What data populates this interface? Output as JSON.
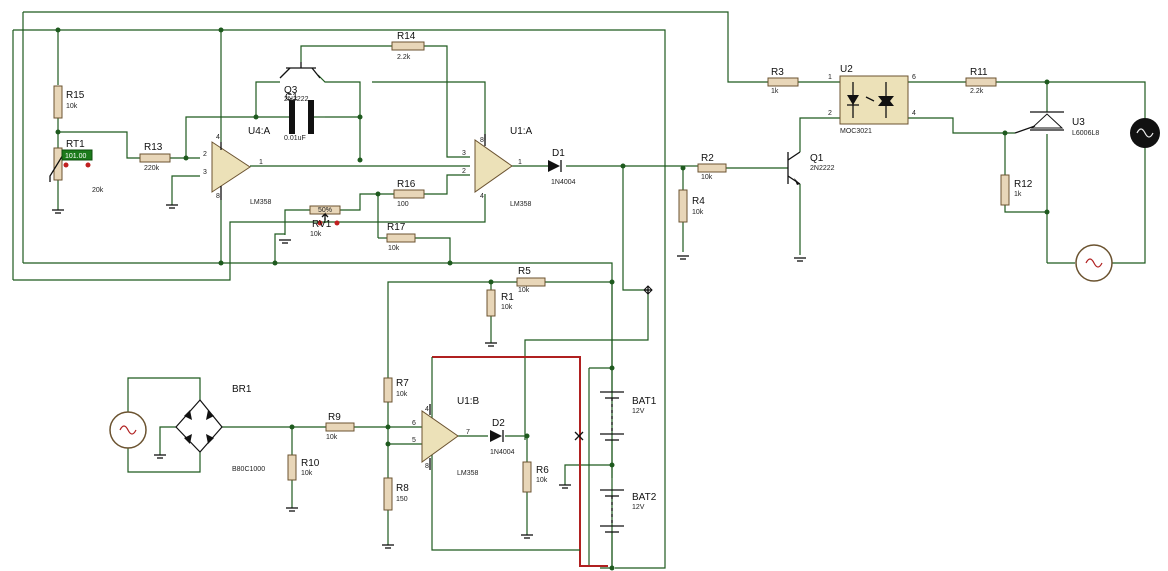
{
  "components": [
    {
      "id": "r15",
      "ref": "R15",
      "value": "10k"
    },
    {
      "id": "rt1",
      "ref": "RT1",
      "value": "20k",
      "display": "101.00"
    },
    {
      "id": "r13",
      "ref": "R13",
      "value": "220k"
    },
    {
      "id": "u4a",
      "ref": "U4:A",
      "value": "LM358"
    },
    {
      "id": "q3",
      "ref": "Q3",
      "value": "2N2222"
    },
    {
      "id": "c1",
      "ref": "C1",
      "value": "0.01uF"
    },
    {
      "id": "r14",
      "ref": "R14",
      "value": "2.2k"
    },
    {
      "id": "u1a",
      "ref": "U1:A",
      "value": "LM358"
    },
    {
      "id": "d1",
      "ref": "D1",
      "value": "1N4004"
    },
    {
      "id": "r16",
      "ref": "R16",
      "value": "100"
    },
    {
      "id": "rv1",
      "ref": "RV1",
      "value": "10k",
      "display": "50%"
    },
    {
      "id": "r17",
      "ref": "R17",
      "value": "10k"
    },
    {
      "id": "r2",
      "ref": "R2",
      "value": "10k"
    },
    {
      "id": "r4",
      "ref": "R4",
      "value": "10k"
    },
    {
      "id": "q1",
      "ref": "Q1",
      "value": "2N2222"
    },
    {
      "id": "r3",
      "ref": "R3",
      "value": "1k"
    },
    {
      "id": "u2",
      "ref": "U2",
      "value": "MOC3021"
    },
    {
      "id": "r11",
      "ref": "R11",
      "value": "2.2k"
    },
    {
      "id": "u3",
      "ref": "U3",
      "value": "L6006L8"
    },
    {
      "id": "r12",
      "ref": "R12",
      "value": "1k"
    },
    {
      "id": "r5",
      "ref": "R5",
      "value": "10k"
    },
    {
      "id": "r1",
      "ref": "R1",
      "value": "10k"
    },
    {
      "id": "br1",
      "ref": "BR1",
      "value": "B80C1000"
    },
    {
      "id": "r9",
      "ref": "R9",
      "value": "10k"
    },
    {
      "id": "r10",
      "ref": "R10",
      "value": "10k"
    },
    {
      "id": "r7",
      "ref": "R7",
      "value": "10k"
    },
    {
      "id": "r8",
      "ref": "R8",
      "value": "150"
    },
    {
      "id": "u1b",
      "ref": "U1:B",
      "value": "LM358"
    },
    {
      "id": "d2",
      "ref": "D2",
      "value": "1N4004"
    },
    {
      "id": "r6",
      "ref": "R6",
      "value": "10k"
    },
    {
      "id": "bat1",
      "ref": "BAT1",
      "value": "12V"
    },
    {
      "id": "bat2",
      "ref": "BAT2",
      "value": "12V"
    }
  ],
  "pins": {
    "u4a": {
      "p4": "4",
      "p2": "2",
      "p3": "3",
      "p1": "1",
      "p8": "8"
    },
    "u1a": {
      "p8": "8",
      "p3": "3",
      "p2": "2",
      "p1": "1",
      "p4": "4"
    },
    "u1b": {
      "p4": "4",
      "p6": "6",
      "p5": "5",
      "p7": "7",
      "p8": "8"
    },
    "u2": {
      "p1": "1",
      "p2": "2",
      "p6": "6",
      "p4": "4"
    }
  }
}
